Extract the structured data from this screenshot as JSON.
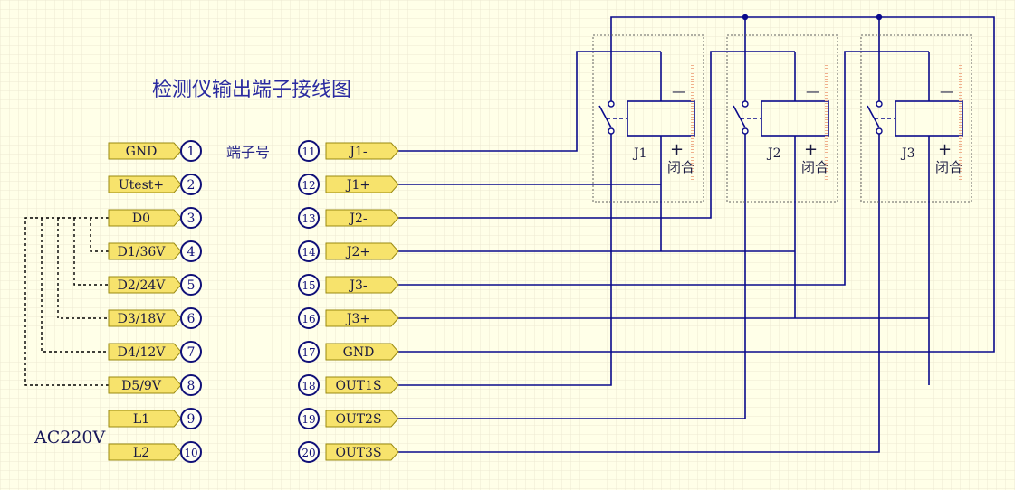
{
  "title": "检测仪输出端子接线图",
  "terminal_header": "端子号",
  "power_label": "AC220V",
  "colors": {
    "background": "#ffffe8",
    "grid": "#ece9d2",
    "wire": "#0a0a8c",
    "port_fill": "#f7e36c",
    "port_stroke": "#9a8a10",
    "pin_circle": "#101078",
    "dashed_wire": "#000000",
    "relay_box": "#606060",
    "highlight": "#f0b08c"
  },
  "left_ports": [
    {
      "num": "1",
      "label": "GND"
    },
    {
      "num": "2",
      "label": "Utest+"
    },
    {
      "num": "3",
      "label": "D0"
    },
    {
      "num": "4",
      "label": "D1/36V"
    },
    {
      "num": "5",
      "label": "D2/24V"
    },
    {
      "num": "6",
      "label": "D3/18V"
    },
    {
      "num": "7",
      "label": "D4/12V"
    },
    {
      "num": "8",
      "label": "D5/9V"
    },
    {
      "num": "9",
      "label": "L1"
    },
    {
      "num": "10",
      "label": "L2"
    }
  ],
  "right_ports": [
    {
      "num": "11",
      "label": "J1-"
    },
    {
      "num": "12",
      "label": "J1+"
    },
    {
      "num": "13",
      "label": "J2-"
    },
    {
      "num": "14",
      "label": "J2+"
    },
    {
      "num": "15",
      "label": "J3-"
    },
    {
      "num": "16",
      "label": "J3+"
    },
    {
      "num": "17",
      "label": "GND"
    },
    {
      "num": "18",
      "label": "OUT1S"
    },
    {
      "num": "19",
      "label": "OUT2S"
    },
    {
      "num": "20",
      "label": "OUT3S"
    }
  ],
  "relays": [
    {
      "name": "J1",
      "minus": "—",
      "plus": "+",
      "state": "闭合"
    },
    {
      "name": "J2",
      "minus": "—",
      "plus": "+",
      "state": "闭合"
    },
    {
      "name": "J3",
      "minus": "—",
      "plus": "+",
      "state": "闭合"
    }
  ]
}
